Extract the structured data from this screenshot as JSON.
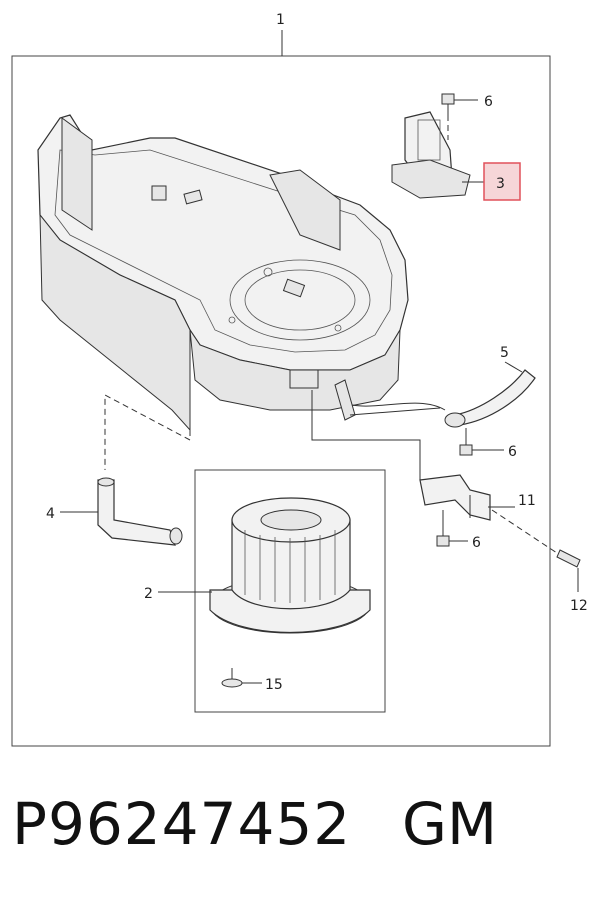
{
  "callouts": {
    "c1": "1",
    "c2": "2",
    "c3": "3",
    "c4": "4",
    "c5": "5",
    "c6a": "6",
    "c6b": "6",
    "c6c": "6",
    "c11": "11",
    "c12": "12",
    "c15": "15"
  },
  "highlight_color": "#e0505a",
  "highlight_fill": "#f6d6d8",
  "footer": {
    "part_number": "P96247452",
    "brand": "GM"
  }
}
